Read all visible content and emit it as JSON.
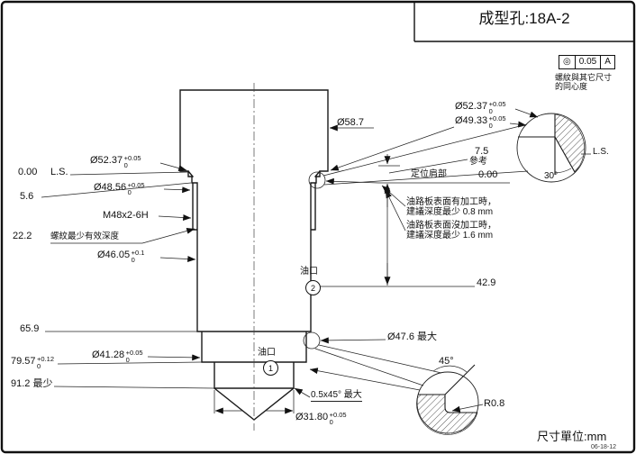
{
  "frame": {
    "title": "成型孔:18A-2",
    "units": "尺寸單位:mm",
    "corner_note": "06-18-12"
  },
  "gdt": {
    "symbol": "◎",
    "tol": "0.05",
    "datum": "A",
    "note1": "螺紋與其它尺寸",
    "note2": "的同心度"
  },
  "left": {
    "zero": "0.00",
    "ls": "L.S.",
    "dia5237": {
      "t": "Ø52.37",
      "up": "+0.05",
      "dn": "0"
    },
    "dia4856": {
      "t": "Ø48.56",
      "up": "+0.05",
      "dn": "0"
    },
    "d56": "5.6",
    "thread": "M48x2-6H",
    "d222": "22.2",
    "thread_note": "螺紋最少有效深度",
    "dia4605": {
      "t": "Ø46.05",
      "up": "+0.1",
      "dn": "0"
    },
    "d659": "65.9",
    "dia4128": {
      "t": "Ø41.28",
      "up": "+0.05",
      "dn": "0"
    },
    "d7957": {
      "t": "79.57",
      "up": "+0.12",
      "dn": "0"
    },
    "d912": "91.2 最少"
  },
  "right": {
    "dia587": "Ø58.7",
    "dia5237": {
      "t": "Ø52.37",
      "up": "+0.05",
      "dn": "0"
    },
    "dia4933": {
      "t": "Ø49.33",
      "up": "+0.05",
      "dn": "0"
    },
    "ls": "L.S.",
    "d75": "7.5",
    "ref": "參考",
    "shoulder": "定位肩部",
    "zero": "0.00",
    "note1a": "油路板表面有加工時，",
    "note1b": "建議深度最少 0.8 mm",
    "note2a": "油路板表面沒加工時，",
    "note2b": "建議深度最少 1.6 mm",
    "d429": "42.9",
    "dia476": "Ø47.6 最大",
    "chamfer": "0.5x45° 最大",
    "dia3180": {
      "t": "Ø31.80",
      "up": "+0.05",
      "dn": "0"
    },
    "angle45": "45°",
    "r08": "R0.8",
    "angle30": "30°"
  },
  "ports": {
    "label2": "油口",
    "num2": "2",
    "label1": "油口",
    "num1": "1"
  }
}
